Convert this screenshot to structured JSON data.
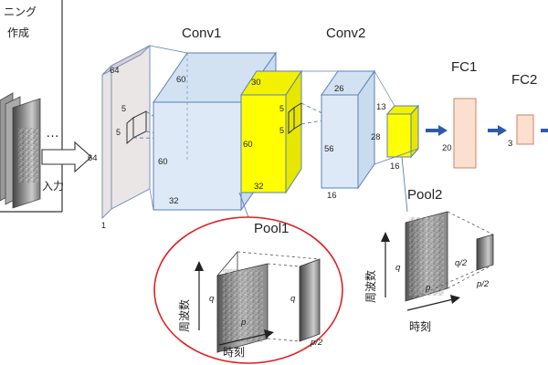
{
  "top_left": {
    "line1": "ニング",
    "line2": "作成"
  },
  "input": {
    "label": "入力",
    "ellipsis": "…",
    "size": "64",
    "depth": "1",
    "height": "64"
  },
  "conv1": {
    "title": "Conv1",
    "kernel_w": "5",
    "kernel_h": "5",
    "front_top": "60",
    "front_left": "60",
    "depth": "32"
  },
  "pool1_block": {
    "top": "30",
    "left": "60",
    "depth": "32"
  },
  "conv2": {
    "title": "Conv2",
    "kernel_w": "5",
    "kernel_h": "5",
    "top": "26",
    "left": "56",
    "depth": "16"
  },
  "pool2_block": {
    "top": "13",
    "left": "28",
    "depth": "16"
  },
  "fc1": {
    "title": "FC1",
    "size": "20"
  },
  "fc2": {
    "title": "FC2",
    "size": "3"
  },
  "pool1_detail": {
    "title": "Pool1",
    "freq_label": "周波数",
    "time_label": "時刻",
    "q": "q",
    "p": "p",
    "p_half": "p/2"
  },
  "pool2_detail": {
    "title": "Pool2",
    "freq_label": "周波数",
    "time_label": "時刻",
    "q": "q",
    "p": "p",
    "q_half": "q/2",
    "p_half": "p/2"
  },
  "colors": {
    "conv_fill": "#dde9f6",
    "conv_stroke": "#5b7fb5",
    "pool_fill": "#ffff00",
    "fc_fill": "#fbe0d0",
    "arrow_blue": "#2f5aa8",
    "circle_red": "#e02020"
  }
}
